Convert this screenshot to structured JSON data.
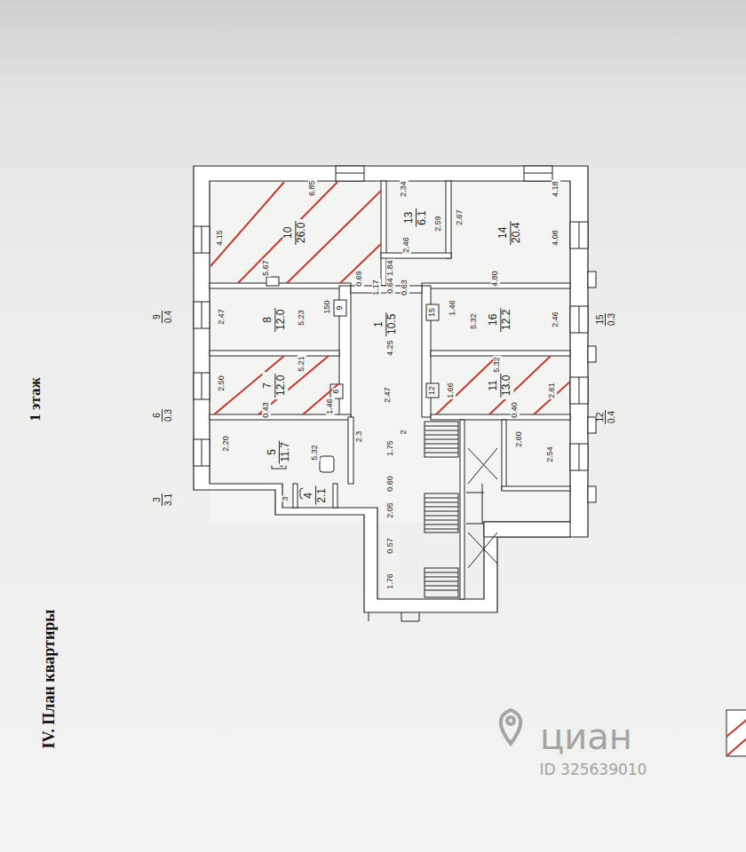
{
  "diagram": {
    "title": "IV. План квартиры",
    "nodes": [
      {
        "text": [
          "10",
          "26.0"
        ]
      },
      {
        "text": [
          "13",
          "6.1"
        ]
      },
      {
        "text": [
          "14",
          "20.4"
        ]
      },
      {
        "text": [
          "8",
          "12.0"
        ]
      },
      {
        "text": [
          "1",
          "10.5"
        ]
      },
      {
        "text": [
          "16",
          "12.2"
        ]
      },
      {
        "text": [
          "7",
          "12.0"
        ]
      },
      {
        "text": [
          "11",
          "13.0"
        ]
      },
      {
        "text": [
          "5",
          "11.7"
        ]
      },
      {
        "text": [
          "4",
          "2.1"
        ]
      }
    ],
    "labels": [
      "1 этаж",
      "3",
      "3.1",
      "6",
      "0.3",
      "9",
      "0.4",
      "12",
      "0.4",
      "15",
      "0.3",
      "6.85",
      "4.15",
      "5.67",
      "0.69",
      "1.17",
      "2.34",
      "2.59",
      "2.46",
      "1.84",
      "0.64",
      "0.63",
      "4.18",
      "2.67",
      "4.08",
      "4.80",
      "2.47",
      "5.23",
      "150",
      "9",
      "1.46",
      "15",
      "5.32",
      "2.46",
      "5.21",
      "4.25",
      "2.50",
      "2.47",
      "6",
      "1.46",
      "12",
      "1.66",
      "5.32",
      "2.61",
      "0.43",
      "0.40",
      "2.20",
      "5.32",
      "2.3",
      "2",
      "1.75",
      "0.60",
      "2.05",
      "0.57",
      "1.76",
      "2.60",
      "2.54",
      "3",
      "циан",
      "ID 325639010"
    ]
  }
}
